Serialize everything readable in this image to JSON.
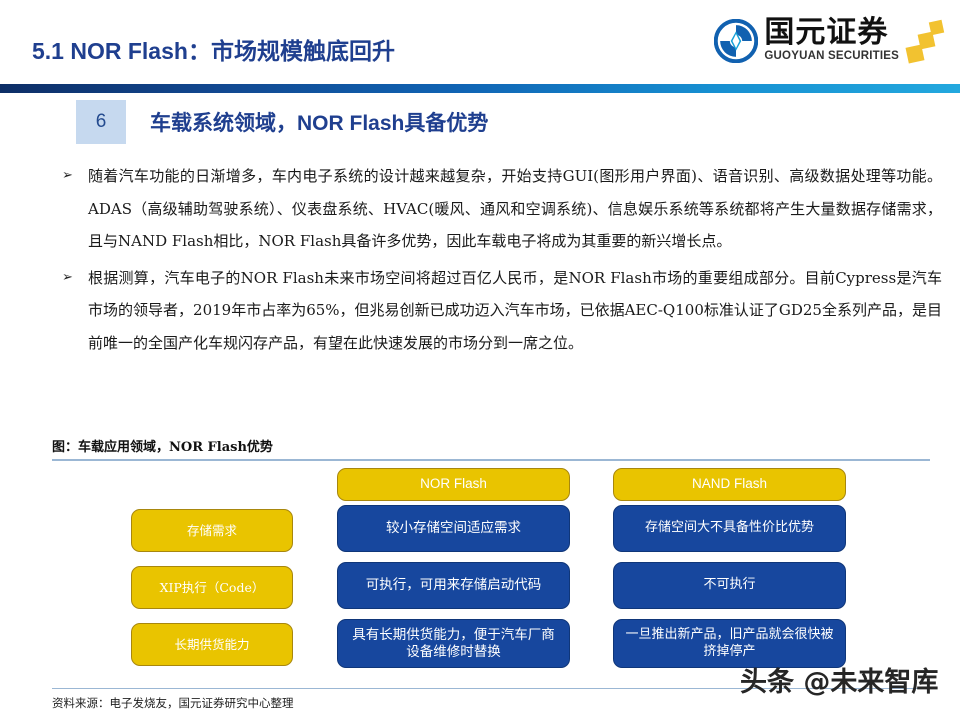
{
  "header": {
    "title_prefix": "5.1 NOR Flash",
    "title_sep": "：",
    "title_cn": "市场规模触底回升",
    "logo": {
      "mark": "guoyuan-circle-logo-icon",
      "name_cn": "国元证券",
      "name_en": "GUOYUAN SECURITIES"
    },
    "accent_navy": "#0d2e66",
    "accent_blue": "#23a8de",
    "title_color": "#1f3f8f"
  },
  "section": {
    "number": "6",
    "title_cn_1": "车载系统领域，",
    "title_lat": "NOR Flash",
    "title_cn_2": "具备优势",
    "num_bg": "#c6d9ef"
  },
  "body": {
    "bullet_glyph": "➢",
    "paragraphs": [
      "随着汽车功能的日渐增多，车内电子系统的设计越来越复杂，开始支持GUI(图形用户界面)、语音识别、高级数据处理等功能。ADAS（高级辅助驾驶系统）、仪表盘系统、HVAC(暖风、通风和空调系统)、信息娱乐系统等系统都将产生大量数据存储需求，且与NAND Flash相比，NOR Flash具备许多优势，因此车载电子将成为其重要的新兴增长点。",
      "根据测算，汽车电子的NOR Flash未来市场空间将超过百亿人民币，是NOR Flash市场的重要组成部分。目前Cypress是汽车市场的领导者，2019年市占率为65%，但兆易创新已成功迈入汽车市场，已依据AEC-Q100标准认证了GD25全系列产品，是目前唯一的全国产化车规闪存产品，有望在此快速发展的市场分到一席之位。"
    ]
  },
  "figure": {
    "caption": "图：车载应用领域，NOR Flash优势",
    "colors": {
      "yellow": "#e9c400",
      "blue": "#17479e"
    },
    "headers": {
      "nor": "NOR Flash",
      "nand": "NAND Flash"
    },
    "rows": [
      {
        "criterion": "存储需求",
        "nor": "较小存储空间适应需求",
        "nand": "存储空间大不具备性价比优势"
      },
      {
        "criterion": "XIP执行（Code）",
        "nor": "可执行，可用来存储启动代码",
        "nand": "不可执行"
      },
      {
        "criterion": "长期供货能力",
        "nor": "具有长期供货能力，便于汽车厂商设备维修时替换",
        "nand": "一旦推出新产品，旧产品就会很快被挤掉停产"
      }
    ]
  },
  "footer": {
    "source": "资料来源：电子发烧友，国元证券研究中心整理"
  },
  "watermark": {
    "text": "头条 @未来智库"
  }
}
